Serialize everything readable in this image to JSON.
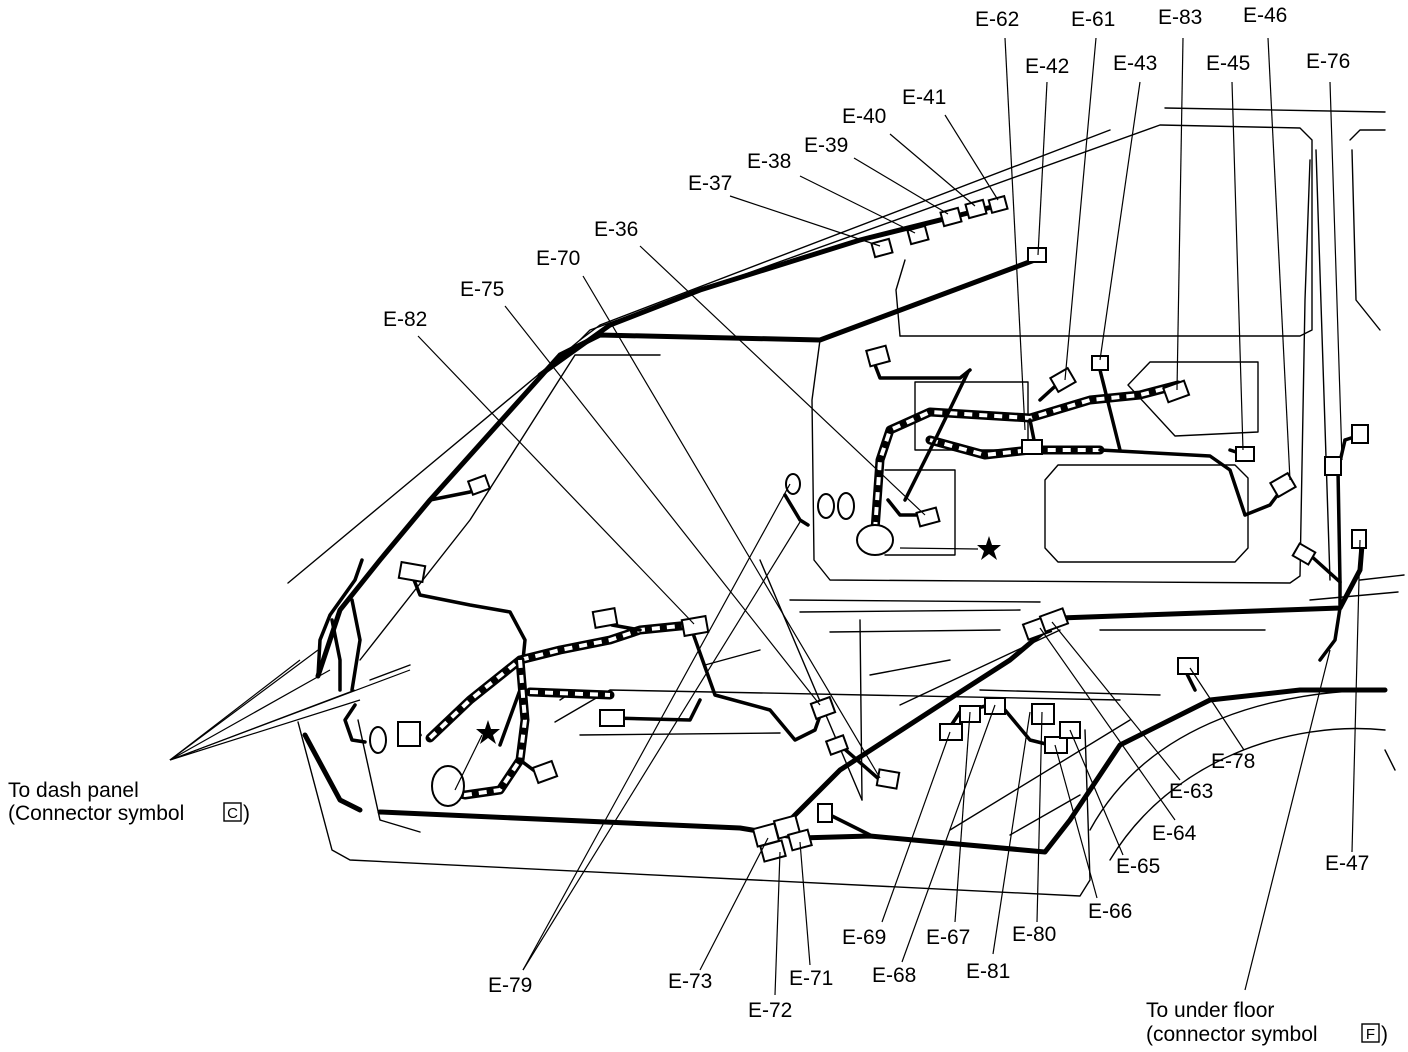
{
  "labels": [
    {
      "id": "e62",
      "text": "E-62"
    },
    {
      "id": "e61",
      "text": "E-61"
    },
    {
      "id": "e83",
      "text": "E-83"
    },
    {
      "id": "e46",
      "text": "E-46"
    },
    {
      "id": "e42",
      "text": "E-42"
    },
    {
      "id": "e43",
      "text": "E-43"
    },
    {
      "id": "e45",
      "text": "E-45"
    },
    {
      "id": "e76",
      "text": "E-76"
    },
    {
      "id": "e41",
      "text": "E-41"
    },
    {
      "id": "e40",
      "text": "E-40"
    },
    {
      "id": "e39",
      "text": "E-39"
    },
    {
      "id": "e38",
      "text": "E-38"
    },
    {
      "id": "e37",
      "text": "E-37"
    },
    {
      "id": "e36",
      "text": "E-36"
    },
    {
      "id": "e70",
      "text": "E-70"
    },
    {
      "id": "e75",
      "text": "E-75"
    },
    {
      "id": "e82",
      "text": "E-82"
    },
    {
      "id": "e78",
      "text": "E-78"
    },
    {
      "id": "e63",
      "text": "E-63"
    },
    {
      "id": "e64",
      "text": "E-64"
    },
    {
      "id": "e65",
      "text": "E-65"
    },
    {
      "id": "e66",
      "text": "E-66"
    },
    {
      "id": "e47",
      "text": "E-47"
    },
    {
      "id": "e69",
      "text": "E-69"
    },
    {
      "id": "e67",
      "text": "E-67"
    },
    {
      "id": "e80",
      "text": "E-80"
    },
    {
      "id": "e68",
      "text": "E-68"
    },
    {
      "id": "e81",
      "text": "E-81"
    },
    {
      "id": "e79",
      "text": "E-79"
    },
    {
      "id": "e73",
      "text": "E-73"
    },
    {
      "id": "e71",
      "text": "E-71"
    },
    {
      "id": "e72",
      "text": "E-72"
    }
  ],
  "notes": {
    "dash_line1": "To dash panel",
    "dash_line2": "(Connector symbol",
    "dash_symbol": "C",
    "dash_close": ")",
    "floor_line1": "To under floor",
    "floor_line2": "(connector symbol",
    "floor_symbol": "F",
    "floor_close": ")"
  }
}
